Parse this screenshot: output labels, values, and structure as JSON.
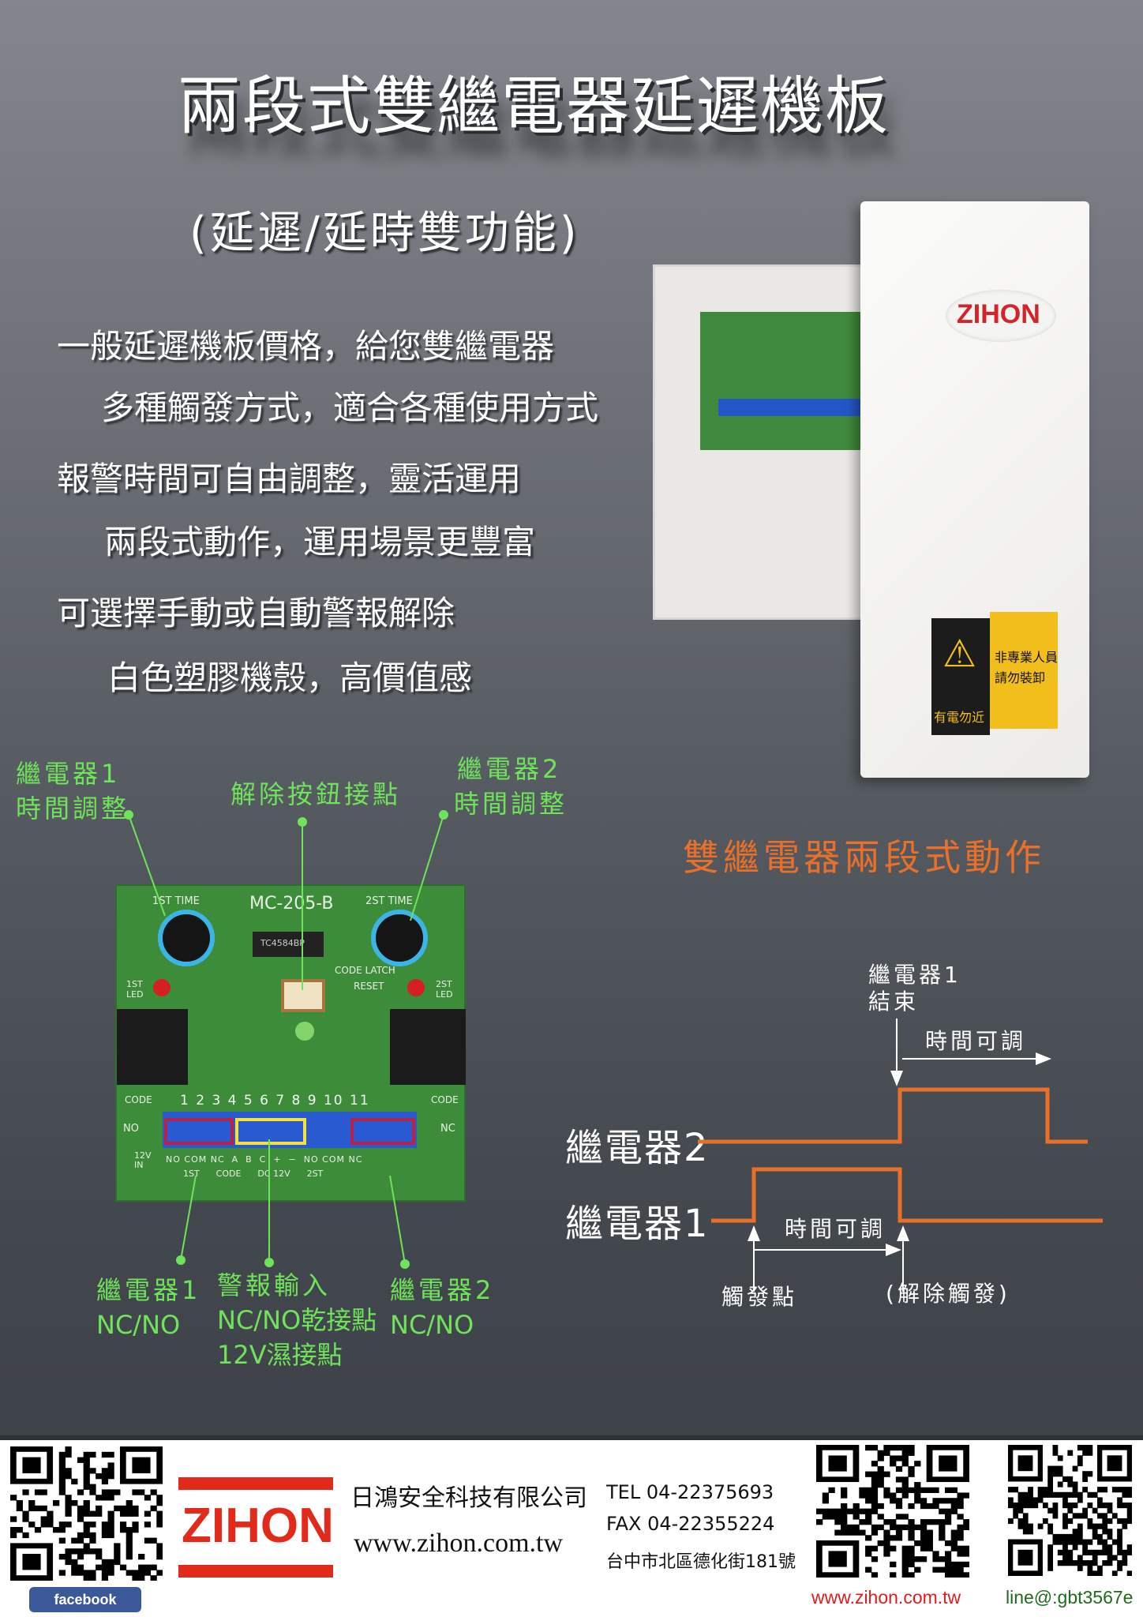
{
  "header": {
    "title": "兩段式雙繼電器延遲機板",
    "subtitle": "(延遲/延時雙功能)"
  },
  "features": [
    "一般延遲機板價格，給您雙繼電器",
    "多種觸發方式，適合各種使用方式",
    "報警時間可自由調整，靈活運用",
    "兩段式動作，運用場景更豐富",
    "可選擇手動或自動警報解除",
    "白色塑膠機殼，高價值感"
  ],
  "product": {
    "logo": "ZIHON",
    "warning_left": "有電勿近",
    "warning_right_1": "非專業人員",
    "warning_right_2": "請勿裝卸",
    "heading": "雙繼電器兩段式動作"
  },
  "board": {
    "model": "MC-205-B",
    "t1": "1ST TIME",
    "t2": "2ST TIME",
    "chip": "TC4584BP",
    "code_latch": "CODE LATCH",
    "reset": "RESET",
    "led1": "1ST LED",
    "led2": "2ST LED",
    "terminals": "1 2 3 4 5 6 7 8 9 10 11",
    "bottom_labels": "NO COM NC  A  B  C  +  −  NO COM NC",
    "groups": "1ST      CODE      DC 12V      2ST",
    "code": "CODE",
    "no": "NO",
    "nc": "NC",
    "in": "12V IN"
  },
  "callouts": {
    "relay1_time_1": "繼電器1",
    "relay1_time_2": "時間調整",
    "reset_contact": "解除按鈕接點",
    "relay2_time_1": "繼電器2",
    "relay2_time_2": "時間調整",
    "relay1_out_1": "繼電器1",
    "relay1_out_2": "NC/NO",
    "alarm_in_1": "警報輸入",
    "alarm_in_2": "NC/NO乾接點",
    "alarm_in_3": "12V濕接點",
    "relay2_out_1": "繼電器2",
    "relay2_out_2": "NC/NO"
  },
  "timing": {
    "relay2": "繼電器2",
    "relay1": "繼電器1",
    "end_1": "繼電器1",
    "end_2": "結束",
    "adj_top": "時間可調",
    "adj_bottom": "時間可調",
    "trigger": "觸發點",
    "release": "(解除觸發)",
    "wave_color": "#e8702a"
  },
  "footer": {
    "facebook": "facebook",
    "logo": "ZIHON",
    "company": "日鴻安全科技有限公司",
    "website": "www.zihon.com.tw",
    "tel": "TEL 04-22375693",
    "fax": "FAX 04-22355224",
    "address": "台中市北區德化街181號",
    "web_link": "www.zihon.com.tw",
    "line": "line@:gbt3567e"
  }
}
